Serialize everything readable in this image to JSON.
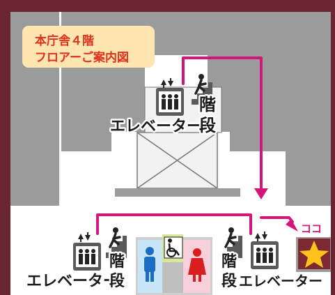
{
  "title": {
    "line1": "本庁舎４階",
    "line2": "フロアーご案内図"
  },
  "labels": {
    "elevator": "エレベーター",
    "stairs_char1": "階",
    "stairs_char2": "段",
    "here": "ココ"
  },
  "icons": [
    "elevator-icon",
    "stairs-icon",
    "wheelchair-icon",
    "male-restroom-icon",
    "female-restroom-icon",
    "here-star-icon",
    "route-arrow"
  ],
  "colors": {
    "wall_frame": "#6b2530",
    "gray_block": "#9b9b9b",
    "floor": "#ffffff",
    "route": "#d4157a",
    "title_bg": "#ffe6b0",
    "title_text": "#e0301e",
    "mens_room": "#c8e6f7",
    "womens_room": "#f7d0dc",
    "accessible_room": "#d7e896",
    "star": "#ffc21a",
    "here_text": "#d4157a"
  }
}
